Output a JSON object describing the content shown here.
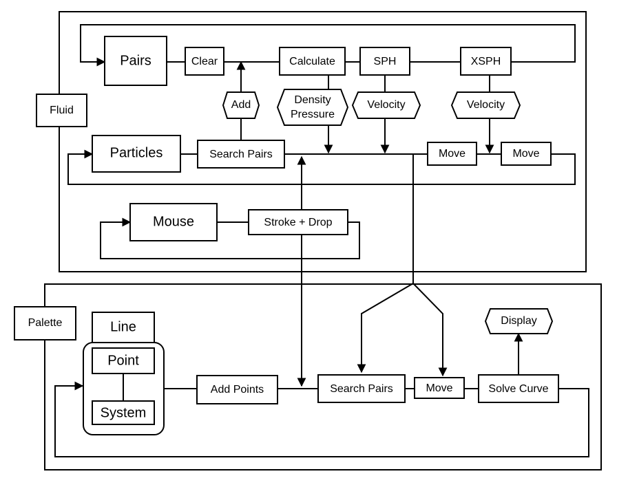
{
  "groups": {
    "fluid": "Fluid",
    "palette": "Palette"
  },
  "fluid": {
    "pairs": "Pairs",
    "clear": "Clear",
    "calculate": "Calculate",
    "sph": "SPH",
    "xsph": "XSPH",
    "add": "Add",
    "density": "Density",
    "pressure": "Pressure",
    "velocity_sph": "Velocity",
    "velocity_xsph": "Velocity",
    "particles": "Particles",
    "search_pairs": "Search Pairs",
    "move_1": "Move",
    "move_2": "Move",
    "mouse": "Mouse",
    "stroke_drop": "Stroke + Drop"
  },
  "palette": {
    "line": "Line",
    "point": "Point",
    "system": "System",
    "add_points": "Add Points",
    "search_pairs": "Search Pairs",
    "move": "Move",
    "solve_curve": "Solve Curve",
    "display": "Display"
  }
}
